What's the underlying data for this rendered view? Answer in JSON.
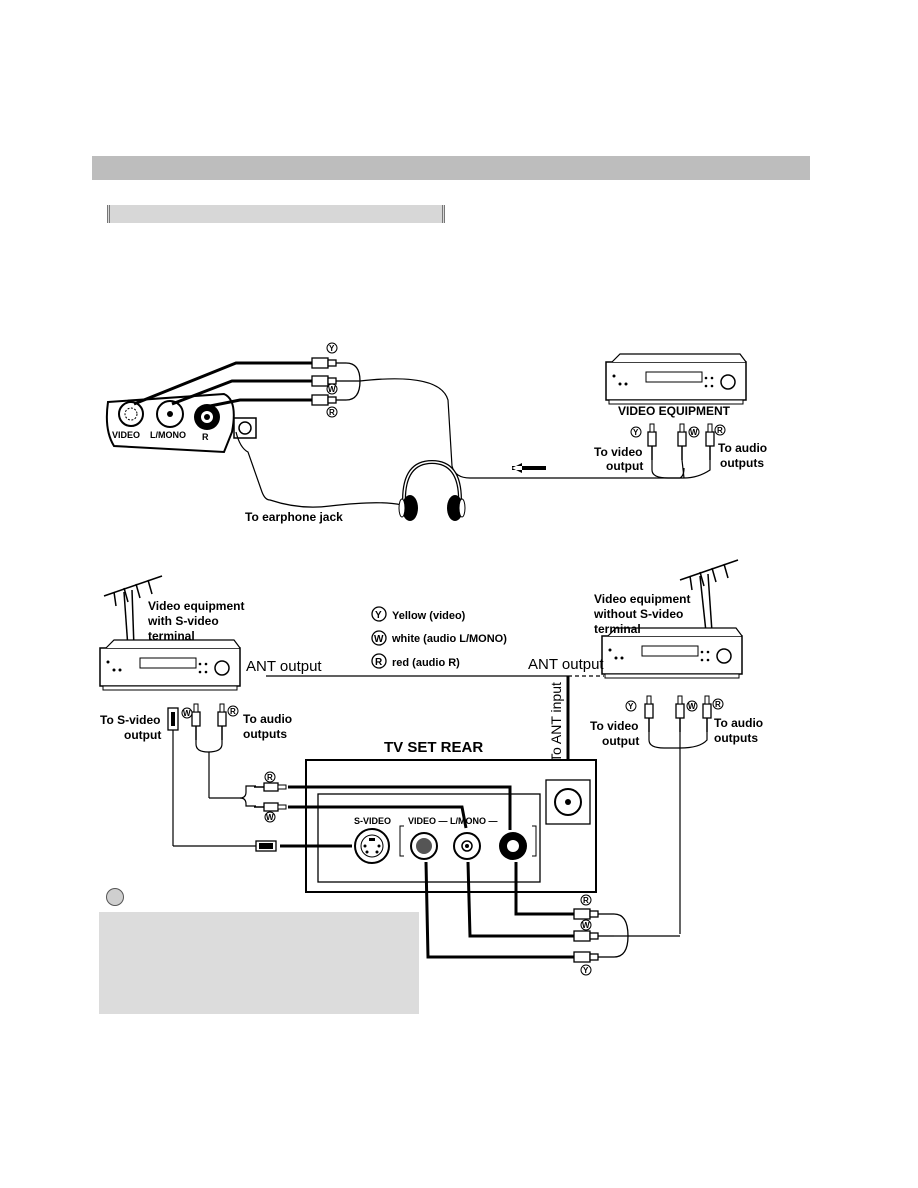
{
  "labels": {
    "video_equipment_top": "VIDEO EQUIPMENT",
    "to_video_output": [
      "To video",
      "output"
    ],
    "to_audio_outputs": [
      "To audio",
      "outputs"
    ],
    "to_earphone_jack": "To earphone jack",
    "jack_video": "VIDEO",
    "jack_lmono": "L/MONO",
    "jack_r": "R",
    "video_eq_with_svideo": [
      "Video equipment",
      "with S-video",
      "terminal"
    ],
    "video_eq_without_svideo": [
      "Video equipment",
      "without S-video",
      "terminal"
    ],
    "ant_output": "ANT output",
    "to_ant_input": "To ANT input",
    "to_svideo_output": [
      "To S-video",
      "output"
    ],
    "tv_set_rear": "TV SET REAR",
    "svideo_jack": "S-VIDEO",
    "rear_video_lmono": "VIDEO — L/MONO —"
  },
  "legend": [
    {
      "symbol": "Y",
      "text": "Yellow (video)"
    },
    {
      "symbol": "W",
      "text": "white (audio L/MONO)"
    },
    {
      "symbol": "R",
      "text": "red (audio R)"
    }
  ]
}
